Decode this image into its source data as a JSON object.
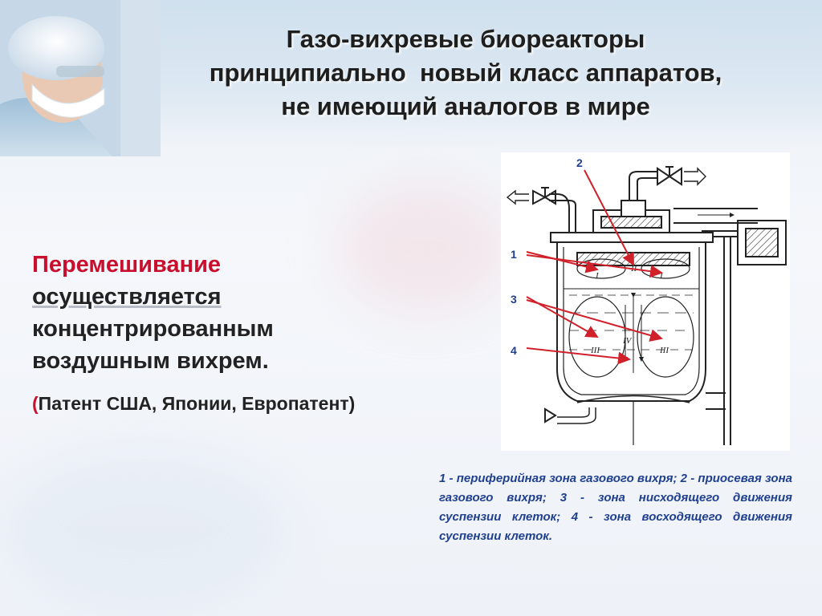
{
  "title": {
    "line1": "Газо-вихревые биореакторы",
    "line2": "принципиально  новый класс аппаратов,",
    "line3": "не имеющий аналогов в мире"
  },
  "lead": {
    "word1": "Перемешивание",
    "word2": "осуществляется",
    "word3": "концентрированным",
    "word4": "воздушным вихрем."
  },
  "patent": {
    "open": "(",
    "text": "Патент США, Японии, Европатент)"
  },
  "figure": {
    "labels": [
      "2",
      "1",
      "3",
      "4"
    ],
    "roman": [
      "I",
      "I",
      "II",
      "III",
      "III",
      "IV"
    ]
  },
  "legend": "1 - периферийная зона газового вихря; 2 - приосевая зона газового вихря; 3 - зона нисходящего движения суспензии клеток; 4 - зона восходящего движения суспензии клеток.",
  "colors": {
    "accent_red": "#c8102e",
    "legend_blue": "#1f3f8f",
    "arrow_red": "#d0202a"
  }
}
